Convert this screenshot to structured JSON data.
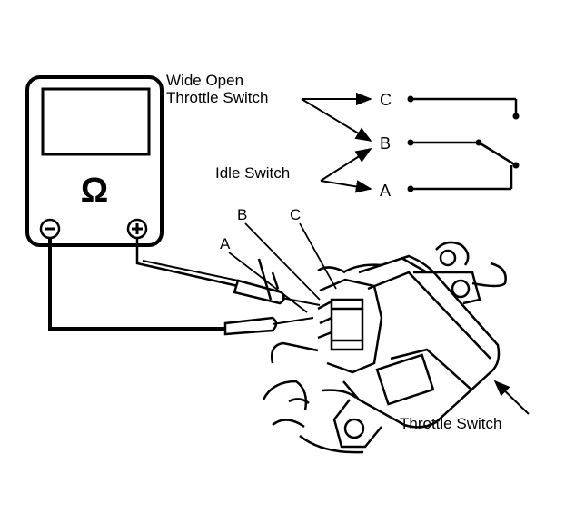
{
  "labels": {
    "wide_open_line1": "Wide Open",
    "wide_open_line2": "Throttle Switch",
    "idle_switch": "Idle Switch",
    "terminal_c": "C",
    "terminal_b": "B",
    "terminal_a": "A",
    "probe_b": "B",
    "probe_c": "C",
    "probe_a": "A",
    "throttle_switch": "Throttle Switch",
    "ohm_symbol": "Ω"
  },
  "colors": {
    "ink": "#000000",
    "paper": "#ffffff"
  }
}
